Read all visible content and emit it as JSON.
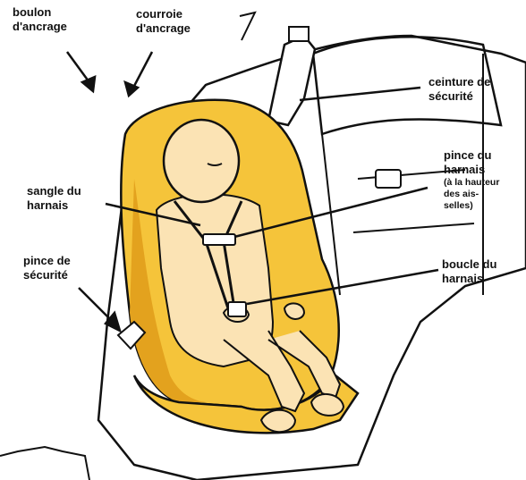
{
  "labels": {
    "anchor_bolt": [
      "boulon",
      "d'ancrage"
    ],
    "tether_strap": [
      "courroie",
      "d'ancrage"
    ],
    "seat_belt": [
      "ceinture de",
      "sécurité"
    ],
    "harness_clip": [
      "pince du",
      "harnais"
    ],
    "harness_clip_note": [
      "(à la hauteur",
      "des ais-",
      "selles)"
    ],
    "harness_strap": [
      "sangle du",
      "harnais"
    ],
    "locking_clip": [
      "pince de",
      "sécurité"
    ],
    "harness_buckle": [
      "boucle du",
      "harnais"
    ]
  },
  "colors": {
    "seat_yellow": "#F5C43A",
    "seat_shadow": "#E3A21E",
    "child_skin": "#FBE3B4",
    "line": "#111111"
  }
}
